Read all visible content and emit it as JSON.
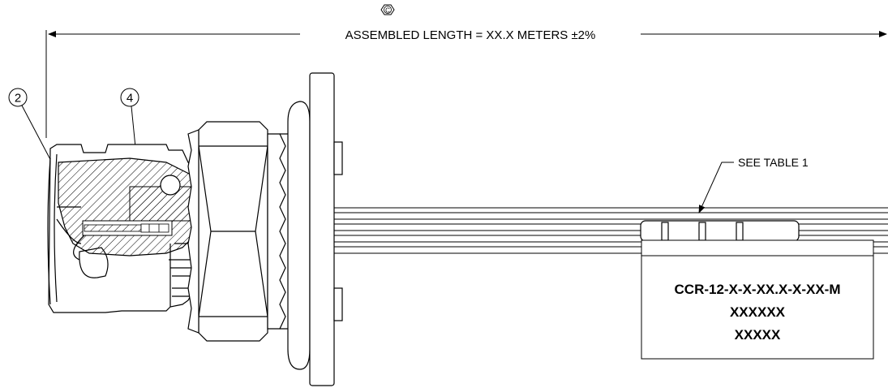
{
  "drawing": {
    "revision_symbol": "C",
    "dimension": {
      "text": "ASSEMBLED LENGTH = XX.X METERS ±2%"
    },
    "balloons": [
      {
        "number": "2"
      },
      {
        "number": "4"
      }
    ],
    "note": {
      "text": "SEE TABLE 1"
    },
    "label": {
      "line1": "CCR-12-X-X-XX.X-X-XX-M",
      "line2": "XXXXXX",
      "line3": "XXXXX"
    }
  }
}
